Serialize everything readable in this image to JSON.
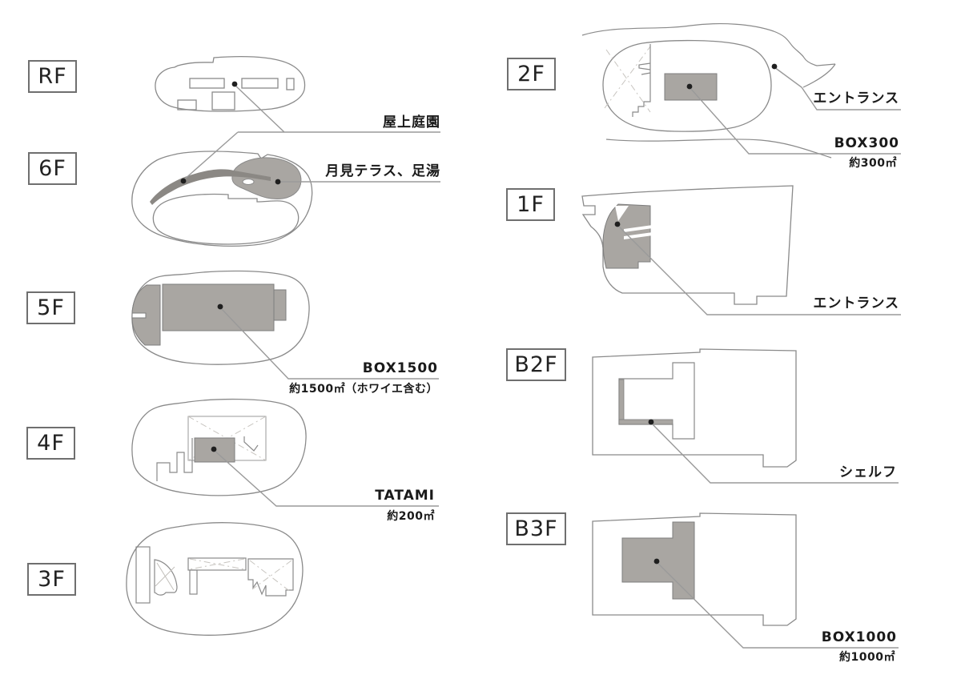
{
  "title": "building floor guide diagram",
  "colors": {
    "highlight_gray": "#a9a6a2",
    "dark_gray_band": "#8b8884",
    "outline_gray": "#8a8a8a",
    "leader_line": "#9a9a9a",
    "text": "#1a1a1a"
  },
  "floors": {
    "rf": "RF",
    "f6": "6F",
    "f5": "5F",
    "f4": "4F",
    "f3": "3F",
    "f2": "2F",
    "f1": "1F",
    "b2": "B2F",
    "b3": "B3F"
  },
  "callouts": {
    "roof_garden": {
      "label": "屋上庭園"
    },
    "tsukimi_terrace": {
      "label": "月見テラス、足湯"
    },
    "box1500": {
      "label": "BOX1500",
      "sub": "約1500㎡（ホワイエ含む）"
    },
    "tatami": {
      "label": "TATAMI",
      "sub": "約200㎡"
    },
    "entrance_2f": {
      "label": "エントランス"
    },
    "box300": {
      "label": "BOX300",
      "sub": "約300㎡"
    },
    "entrance_1f": {
      "label": "エントランス"
    },
    "shelf": {
      "label": "シェルフ"
    },
    "box1000": {
      "label": "BOX1000",
      "sub": "約1000㎡"
    }
  }
}
